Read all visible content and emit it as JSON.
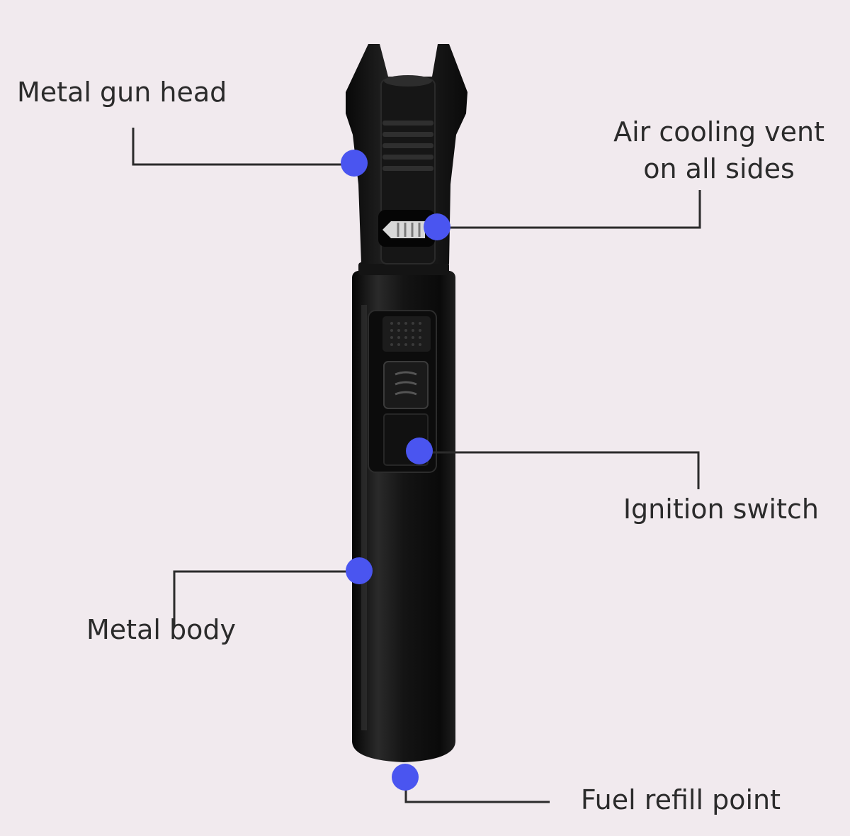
{
  "callouts": {
    "metal_gun_head": "Metal gun head",
    "air_cooling_vent_line1": "Air cooling vent",
    "air_cooling_vent_line2": "on all sides",
    "ignition_switch": "Ignition switch",
    "metal_body": "Metal body",
    "fuel_refill_point": "Fuel refill point"
  },
  "colors": {
    "background": "#f1eaee",
    "marker": "#4a55f0",
    "leader_line": "#2b2b2b",
    "product_body": "#101010"
  }
}
